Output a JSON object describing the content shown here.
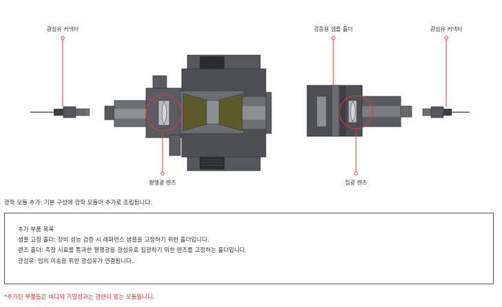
{
  "labels": {
    "fiber_connector_left": "광섬유 커넥터",
    "sample_holder": "검증용 샘플 홀더",
    "fiber_connector_right": "광섬유 커넥터",
    "collimating_lens": "평행광 렌즈",
    "condensing_lens": "집광 렌즈"
  },
  "caption": "광학 모듈 추가: 기본 구성에 광학 모듈이 추가로 조립됩니다.",
  "parts_box": {
    "title": "추가 부품 목록",
    "items": [
      "샘플 고정 홀더: 장비 성능 검증 시 레퍼런스 샘플을 고정하기 위한 홀더입니다.",
      "렌즈 홀더: 측정 시료를 통과한 평행광을 광섬유로 집광하기 위한 렌즈를 고정하는 홀더입니다.",
      "광섬유: 빔의 이송을 위한 광섬유가 연결됩니다."
    ]
  },
  "note": "*추가된 부품들은 바디의 기밀성과는 관련이 없는 모듈입니다.",
  "colors": {
    "accent": "#e03a3a",
    "body_dark": "#4d4f55",
    "body_mid": "#6b6d72",
    "lens_olive": "#5b5a2a"
  }
}
